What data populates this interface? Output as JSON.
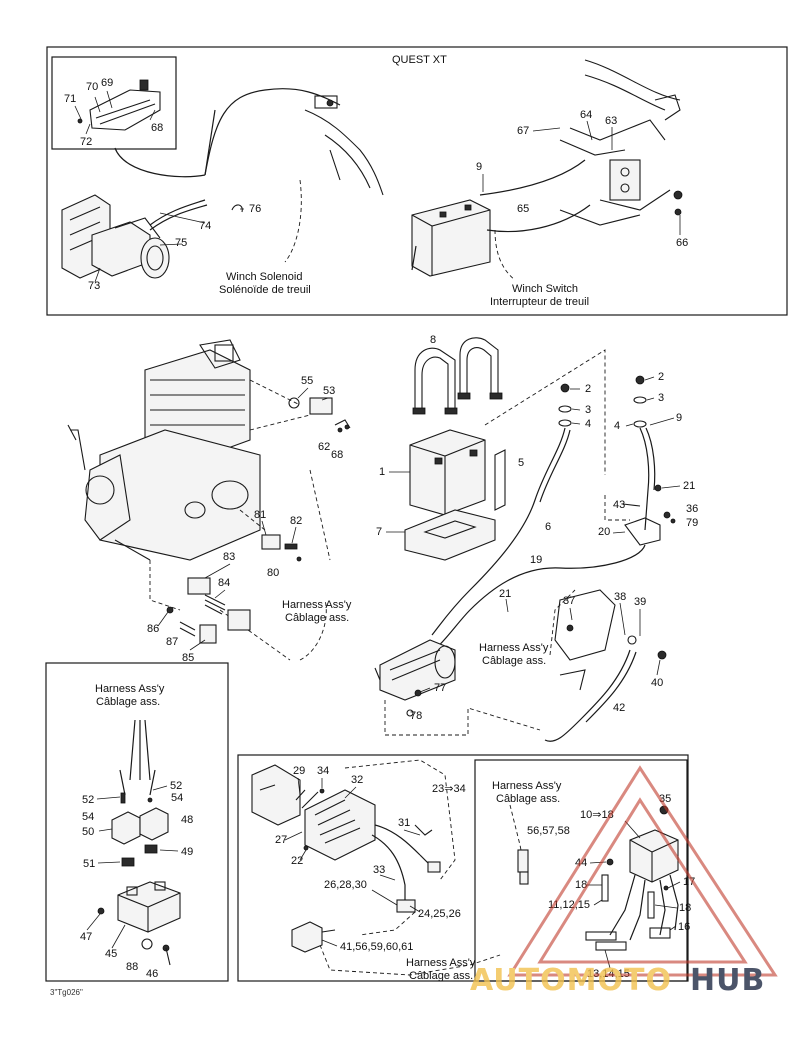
{
  "title": "QUEST XT",
  "figure_code": "3\"Tg026\"",
  "notes": {
    "winch_solenoid": [
      "Winch Solenoid",
      "Solénoïde de treuil"
    ],
    "winch_switch": [
      "Winch Switch",
      "Interrupteur de treuil"
    ],
    "harness_a": [
      "Harness Ass'y",
      "Câblage ass."
    ],
    "harness_b": [
      "Harness Ass'y",
      "Câblage ass."
    ],
    "harness_c": [
      "Harness Ass'y",
      "Câblage ass."
    ],
    "harness_d": [
      "Harness Ass'y",
      "Câblage ass."
    ],
    "harness_e": [
      "Harness Ass'y",
      "Câblage ass."
    ]
  },
  "callouts": {
    "c71": "71",
    "c70": "70",
    "c69": "69",
    "c72": "72",
    "c68a": "68",
    "c74": "74",
    "c76": "76",
    "c75": "75",
    "c73": "73",
    "c67": "67",
    "c64": "64",
    "c63": "63",
    "c9a": "9",
    "c65": "65",
    "c66": "66",
    "c8": "8",
    "c2a": "2",
    "c3a": "3",
    "c4a": "4",
    "c1": "1",
    "c5": "5",
    "c7": "7",
    "c6": "6",
    "c2b": "2",
    "c3b": "3",
    "c4b": "4",
    "c9b": "9",
    "c21a": "21",
    "c43": "43",
    "c36": "36",
    "c79": "79",
    "c20": "20",
    "c55": "55",
    "c53": "53",
    "c62": "62",
    "c68b": "68",
    "c81": "81",
    "c82": "82",
    "c80": "80",
    "c83": "83",
    "c84": "84",
    "c86": "86",
    "c87": "87",
    "c85": "85",
    "c19": "19",
    "c21b": "21",
    "c37": "37",
    "c38": "38",
    "c39": "39",
    "c40": "40",
    "c42": "42",
    "c77": "77",
    "c78": "78",
    "c52a": "52",
    "c52b": "52",
    "c54a": "54",
    "c54b": "54",
    "c50": "50",
    "c48": "48",
    "c51": "51",
    "c49": "49",
    "c47": "47",
    "c45": "45",
    "c88": "88",
    "c46": "46",
    "c29": "29",
    "c34": "34",
    "c32": "32",
    "c23": "23⇒34",
    "c27": "27",
    "c22": "22",
    "c31": "31",
    "c33": "33",
    "c26a": "26,28,30",
    "c24": "24,25,26",
    "c41": "41,56,59,60,61",
    "c35": "35",
    "c10": "10⇒18",
    "c56": "56,57,58",
    "c44": "44",
    "c17": "17",
    "c18a": "18",
    "c11": "11,12,15",
    "c18b": "18",
    "c16": "16",
    "c13": "13,14,15"
  },
  "watermark": {
    "part1": "AUTOMOTO",
    "part2": "HUB",
    "color1": "#f2c14e",
    "color2": "#1f2a44",
    "accent": "#c0392b"
  }
}
